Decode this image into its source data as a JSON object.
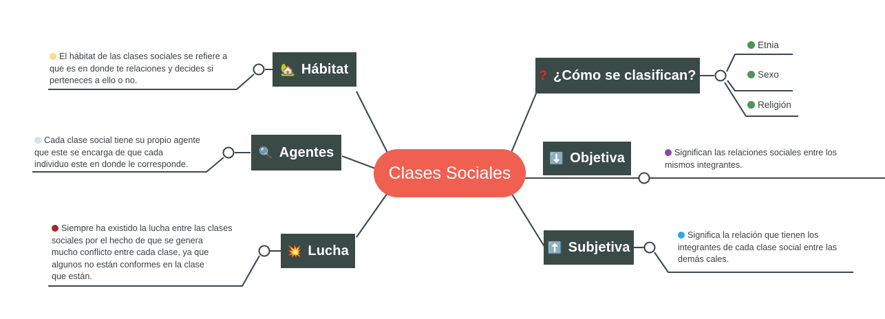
{
  "diagram": {
    "title": "Clases Sociales",
    "colors": {
      "center_fill": "#ef6051",
      "node_fill": "#3a4a46",
      "wire": "#3c474f",
      "text": "#3c4043",
      "junction_fill": "#ffffff"
    }
  },
  "center": {
    "label": "Clases Sociales"
  },
  "nodes": [
    {
      "id": "habitat",
      "emoji": "🏡",
      "emoji_name": "house-icon",
      "label": "Hábitat"
    },
    {
      "id": "agentes",
      "emoji": "🔍",
      "emoji_name": "magnifying-glass-icon",
      "label": "Agentes"
    },
    {
      "id": "lucha",
      "emoji": "💥",
      "emoji_name": "collision-icon",
      "label": "Lucha"
    },
    {
      "id": "clasifican",
      "emoji": "?",
      "emoji_name": "question-mark-icon",
      "label": "¿Cómo se clasifican?"
    },
    {
      "id": "objetiva",
      "emoji": "⬇️",
      "emoji_name": "down-arrow-icon",
      "label": "Objetiva"
    },
    {
      "id": "subjetiva",
      "emoji": "⬆️",
      "emoji_name": "up-arrow-icon",
      "label": "Subjetiva"
    }
  ],
  "notes": [
    {
      "id": "note-habitat",
      "bullet_color": "#fbdb87",
      "lines": [
        "El hábitat de las clases sociales se refiere a",
        "que es en donde te relaciones y decides si",
        "perteneces a ello o no."
      ]
    },
    {
      "id": "note-agentes",
      "bullet_color": "#cfe2f3",
      "lines": [
        "Cada clase social tiene su propio agente",
        "que este se encarga de que cada",
        "individuo este en donde le corresponde."
      ]
    },
    {
      "id": "note-lucha",
      "bullet_color": "#9e2a2b",
      "lines": [
        "Siempre ha existido la lucha entre las clases",
        "sociales por el hecho de que se genera",
        "mucho conflicto entre cada clase, ya que",
        "algunos no están conformes en la clase",
        "que están."
      ]
    },
    {
      "id": "note-objetiva",
      "bullet_color": "#8e44ad",
      "lines": [
        "Significan las relaciones sociales entre los",
        "mismos integrantes."
      ]
    },
    {
      "id": "note-subjetiva",
      "bullet_color": "#29a8f0",
      "lines": [
        "Significa la relación que tienen los",
        "integrantes de cada clase social entre las",
        "demás cales."
      ]
    }
  ],
  "leaves": [
    {
      "id": "leaf-etnia",
      "bullet_color": "#4a9657",
      "label": "Etnia"
    },
    {
      "id": "leaf-sexo",
      "bullet_color": "#4a9657",
      "label": "Sexo"
    },
    {
      "id": "leaf-religion",
      "bullet_color": "#4a9657",
      "label": "Religión"
    }
  ]
}
